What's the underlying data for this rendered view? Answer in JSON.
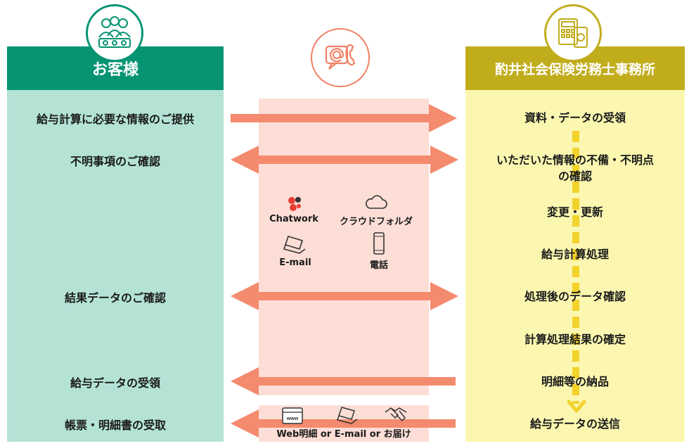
{
  "left": {
    "title": "お客様",
    "rows": [
      "給与計算に必要な情報のご提供",
      "不明事項のご確認",
      "結果データのご確認",
      "給与データの受領",
      "帳票・明細書の受取"
    ]
  },
  "right": {
    "title": "酌井社会保険労務士事務所",
    "rows": [
      "資料・データの受領",
      "いただいた情報の不備・不明点\nの確認",
      "変更・更新",
      "給与計算処理",
      "処理後のデータ確認",
      "計算処理結果の確定",
      "明細等の納品",
      "給与データの送信"
    ]
  },
  "tools": {
    "chatwork": "Chatwork",
    "cloud": "クラウドフォルダ",
    "email": "E-mail",
    "phone": "電話"
  },
  "delivery": "Web明細 or E-mail or お届け",
  "colors": {
    "left_header": "#079473",
    "left_panel": "#b4e3d6",
    "right_header": "#c1ad1c",
    "right_panel": "#fbf7b0",
    "arrow": "#f48a6e",
    "center_band": "#fcded6"
  }
}
